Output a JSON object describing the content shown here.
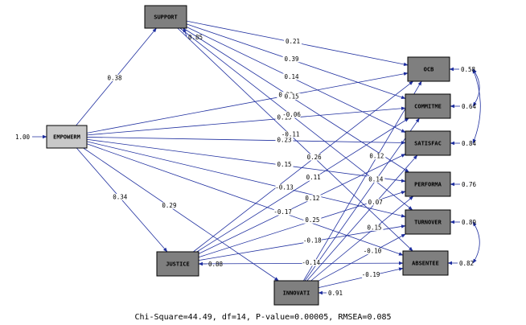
{
  "nodes": {
    "empowerm": {
      "label": "EMPOWERM",
      "fill": "#c8c8c8"
    },
    "support": {
      "label": "SUPPORT",
      "fill": "#7f7f7f"
    },
    "justice": {
      "label": "JUSTICE",
      "fill": "#7f7f7f"
    },
    "innovati": {
      "label": "INNOVATI",
      "fill": "#7f7f7f"
    },
    "ocb": {
      "label": "OCB",
      "fill": "#7f7f7f"
    },
    "commitme": {
      "label": "COMMITME",
      "fill": "#7f7f7f"
    },
    "satisfac": {
      "label": "SATISFAC",
      "fill": "#7f7f7f"
    },
    "performa": {
      "label": "PERFORMA",
      "fill": "#7f7f7f"
    },
    "turnover": {
      "label": "TURNOVER",
      "fill": "#7f7f7f"
    },
    "absentee": {
      "label": "ABSENTEE",
      "fill": "#7f7f7f"
    }
  },
  "errors": {
    "empowerm": "1.00",
    "support": "0.85",
    "justice": "0.88",
    "innovati": "0.91",
    "ocb": "0.58",
    "commitme": "0.64",
    "satisfac": "0.84",
    "performa": "0.76",
    "turnover": "0.89",
    "absentee": "0.82"
  },
  "paths": [
    {
      "from": "empowerm",
      "to": "support",
      "value": "0.38"
    },
    {
      "from": "empowerm",
      "to": "justice",
      "value": "0.34"
    },
    {
      "from": "empowerm",
      "to": "innovati",
      "value": "0.29"
    },
    {
      "from": "empowerm",
      "to": "ocb",
      "value": "0.33"
    },
    {
      "from": "empowerm",
      "to": "commitme",
      "value": "0.13"
    },
    {
      "from": "empowerm",
      "to": "satisfac",
      "value": "0.23"
    },
    {
      "from": "empowerm",
      "to": "performa",
      "value": "0.15"
    },
    {
      "from": "empowerm",
      "to": "turnover",
      "value": "-0.13"
    },
    {
      "from": "empowerm",
      "to": "absentee",
      "value": "-0.17"
    },
    {
      "from": "support",
      "to": "ocb",
      "value": "0.21"
    },
    {
      "from": "support",
      "to": "commitme",
      "value": "0.39"
    },
    {
      "from": "support",
      "to": "satisfac",
      "value": "0.14"
    },
    {
      "from": "support",
      "to": "performa",
      "value": "0.15"
    },
    {
      "from": "support",
      "to": "turnover",
      "value": "-0.06"
    },
    {
      "from": "support",
      "to": "absentee",
      "value": "-0.11"
    },
    {
      "from": "justice",
      "to": "ocb",
      "value": "0.26"
    },
    {
      "from": "justice",
      "to": "commitme",
      "value": "0.11"
    },
    {
      "from": "justice",
      "to": "satisfac",
      "value": "0.12"
    },
    {
      "from": "justice",
      "to": "performa",
      "value": "0.25"
    },
    {
      "from": "justice",
      "to": "turnover",
      "value": "-0.18"
    },
    {
      "from": "justice",
      "to": "absentee",
      "value": "-0.14"
    },
    {
      "from": "innovati",
      "to": "ocb",
      "value": "0.12"
    },
    {
      "from": "innovati",
      "to": "commitme",
      "value": "0.14"
    },
    {
      "from": "innovati",
      "to": "satisfac",
      "value": "0.07"
    },
    {
      "from": "innovati",
      "to": "performa",
      "value": "0.15"
    },
    {
      "from": "innovati",
      "to": "turnover",
      "value": "-0.10"
    },
    {
      "from": "innovati",
      "to": "absentee",
      "value": "-0.19"
    }
  ],
  "covariances": [
    {
      "from": "ocb",
      "to": "satisfac"
    },
    {
      "from": "commitme",
      "to": "ocb"
    },
    {
      "from": "turnover",
      "to": "absentee"
    }
  ],
  "fit_statistics": "Chi-Square=44.49, df=14, P-value=0.00005, RMSEA=0.085",
  "colors": {
    "line": "#1f2f9f",
    "box_border": "#000000"
  }
}
